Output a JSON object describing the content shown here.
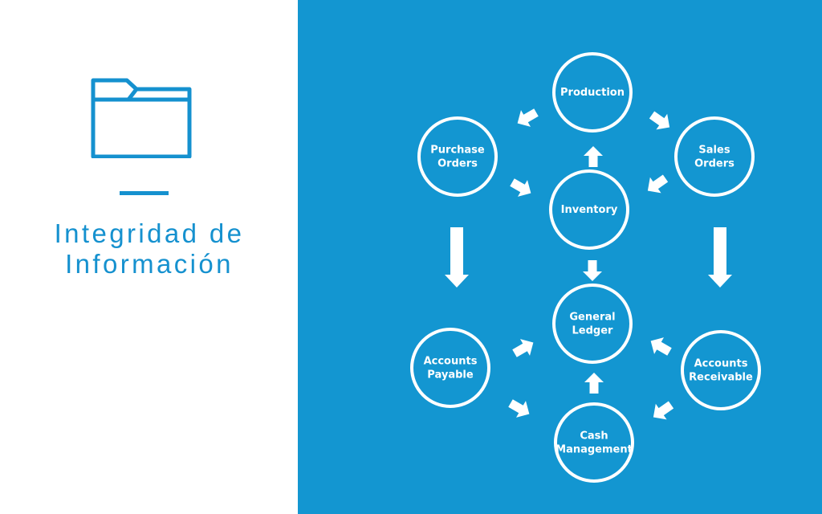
{
  "sidebar": {
    "icon": "folder-icon",
    "title_line1": "Integridad de",
    "title_line2": "Información",
    "accent_color": "#1591cf"
  },
  "diagram": {
    "background_color": "#1396d1",
    "node_color": "#ffffff",
    "nodes": {
      "production": [
        "Production"
      ],
      "purchase_orders": [
        "Purchase",
        "Orders"
      ],
      "sales_orders": [
        "Sales",
        "Orders"
      ],
      "inventory": [
        "Inventory"
      ],
      "general_ledger": [
        "General",
        "Ledger"
      ],
      "accounts_payable": [
        "Accounts",
        "Payable"
      ],
      "accounts_receivable": [
        "Accounts",
        "Receivable"
      ],
      "cash_management": [
        "Cash",
        "Management"
      ]
    }
  }
}
